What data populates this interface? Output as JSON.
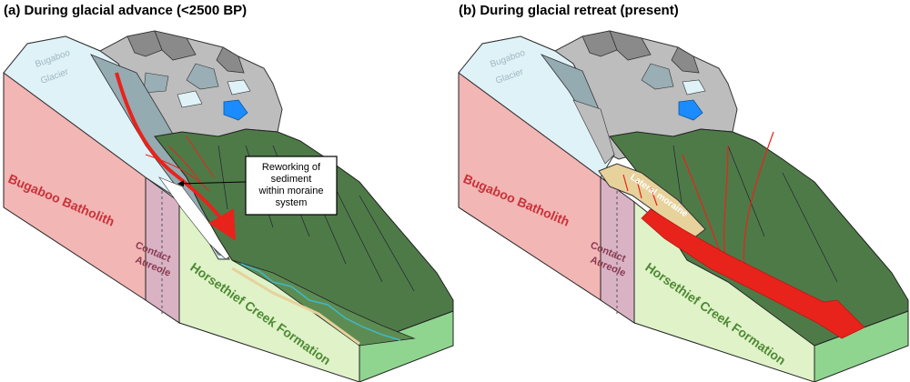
{
  "panel_a": {
    "title": "(a) During glacial advance (<2500 BP)",
    "glacier_line1": "Bugaboo",
    "glacier_line2": "Glacier",
    "batholith": "Bugaboo Batholith",
    "contact_line1": "Contact",
    "contact_line2": "Aureole",
    "formation": "Horsethief Creek Formation",
    "callout_line1": "Reworking of",
    "callout_line2": "sediment",
    "callout_line3": "within moraine",
    "callout_line4": "system"
  },
  "panel_b": {
    "title": "(b) During glacial retreat (present)",
    "glacier_line1": "Bugaboo",
    "glacier_line2": "Glacier",
    "batholith": "Bugaboo Batholith",
    "contact_line1": "Contact",
    "contact_line2": "Aureole",
    "formation": "Horsethief Creek Formation",
    "moraine": "Lateral moraine"
  },
  "colors": {
    "batholith": "#f2b6b4",
    "contact_aureole": "#d9b3c4",
    "formation_side": "#dff2c8",
    "formation_front": "#8fd58f",
    "forest": "#4e7a48",
    "rock": "#bdbdbd",
    "rock_dark": "#8a8a8a",
    "glacier": "#dff2f7",
    "glacier_ice": "#94abb2",
    "lake": "#1a8cff",
    "arrow": "#e8231b",
    "moraine": "#e7d29c",
    "stream": "#3fb8c8"
  }
}
